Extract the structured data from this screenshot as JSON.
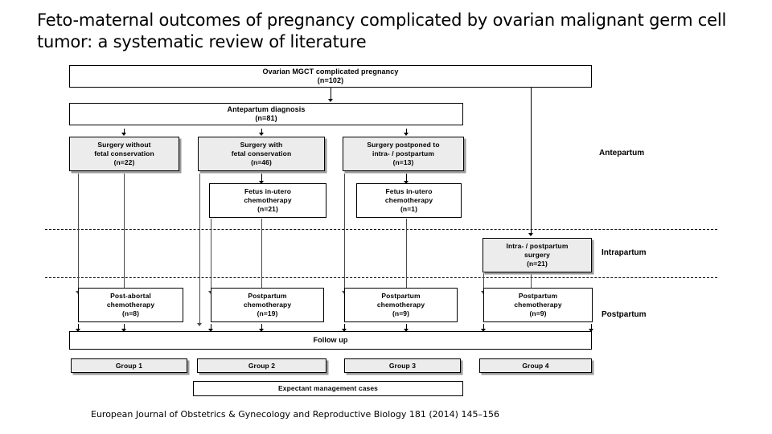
{
  "slide": {
    "title": "Feto-maternal outcomes of pregnancy complicated by ovarian malignant germ cell tumor: a systematic review of literature",
    "citation": "European Journal of Obstetrics & Gynecology and Reproductive Biology 181 (2014) 145–156"
  },
  "colors": {
    "shaded_fill": "#ececec",
    "shadow": "#9a9a9a",
    "line": "#000000",
    "grey_line": "#4a4a4a",
    "background": "#ffffff"
  },
  "flowchart": {
    "root": {
      "label": "Ovarian MGCT complicated pregnancy",
      "count": "(n=102)"
    },
    "antepartum_diagnosis": {
      "label": "Antepartum diagnosis",
      "count": "(n=81)"
    },
    "surgery_branches": [
      {
        "line1": "Surgery without",
        "line2": "fetal conservation",
        "count": "(n=22)"
      },
      {
        "line1": "Surgery with",
        "line2": "fetal conservation",
        "count": "(n=46)"
      },
      {
        "line1": "Surgery postponed to",
        "line2": "intra- / postpartum",
        "count": "(n=13)"
      }
    ],
    "in_utero_chemo": [
      {
        "line1": "Fetus in-utero",
        "line2": "chemotherapy",
        "count": "(n=21)"
      },
      {
        "line1": "Fetus in-utero",
        "line2": "chemotherapy",
        "count": "(n=1)"
      }
    ],
    "intrapartum_surgery": {
      "line1": "Intra- / postpartum",
      "line2": "surgery",
      "count": "(n=21)"
    },
    "postpartum_chemo": [
      {
        "line1": "Post-abortal",
        "line2": "chemotherapy",
        "count": "(n=8)"
      },
      {
        "line1": "Postpartum",
        "line2": "chemotherapy",
        "count": "(n=19)"
      },
      {
        "line1": "Postpartum",
        "line2": "chemotherapy",
        "count": "(n=9)"
      },
      {
        "line1": "Postpartum",
        "line2": "chemotherapy",
        "count": "(n=9)"
      }
    ],
    "follow_up": {
      "label": "Follow up"
    },
    "groups": [
      {
        "label": "Group 1"
      },
      {
        "label": "Group 2"
      },
      {
        "label": "Group 3"
      },
      {
        "label": "Group 4"
      }
    ],
    "expectant": {
      "label": "Expectant management cases"
    },
    "phases": [
      {
        "label": "Antepartum"
      },
      {
        "label": "Intrapartum"
      },
      {
        "label": "Postpartum"
      }
    ]
  }
}
